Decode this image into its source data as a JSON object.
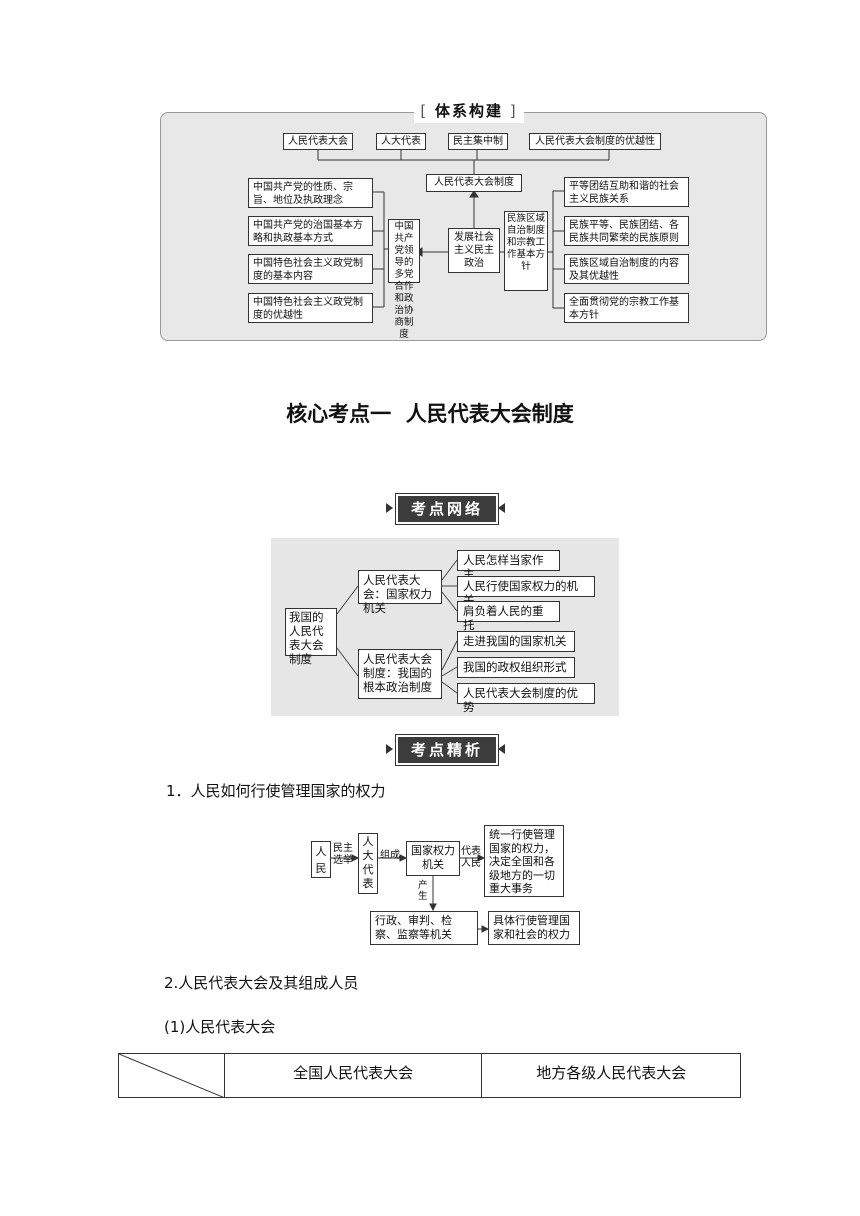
{
  "system": {
    "banner": "体系构建",
    "top_items": [
      "人民代表大会",
      "人大代表",
      "民主集中制",
      "人民代表大会制度的优越性"
    ],
    "center": "人民代表大会制度",
    "middle": "发展社会主义民主政治",
    "left_group": "中国共产党领导的多党合作和政治协商制度",
    "left_items": [
      "中国共产党的性质、宗旨、地位及执政理念",
      "中国共产党的治国基本方略和执政基本方式",
      "中国特色社会主义政党制度的基本内容",
      "中国特色社会主义政党制度的优越性"
    ],
    "right_group": "民族区域自治制度和宗教工作基本方针",
    "right_items": [
      "平等团结互助和谐的社会主义民族关系",
      "民族平等、民族团结、各民族共同繁荣的民族原则",
      "民族区域自治制度的内容及其优越性",
      "全面贯彻党的宗教工作基本方针"
    ]
  },
  "section_title": "核心考点一  人民代表大会制度",
  "network": {
    "tag": "考点网络",
    "root": "我国的人民代表大会制度",
    "branches": [
      {
        "label": "人民代表大会：国家权力机关",
        "leaves": [
          "人民怎样当家作主",
          "人民行使国家权力的机关",
          "肩负着人民的重托"
        ]
      },
      {
        "label": "人民代表大会制度：我国的根本政治制度",
        "leaves": [
          "走进我国的国家机关",
          "我国的政权组织形式",
          "人民代表大会制度的优势"
        ]
      }
    ]
  },
  "analysis": {
    "tag": "考点精析",
    "h1": "1．人民如何行使管理国家的权力",
    "flow": {
      "people": "人民",
      "elect": "民主选举",
      "deputies": "人大代表",
      "form": "组成",
      "organ": "国家权力机关",
      "represent": "代表人民",
      "unified": "统一行使管理国家的权力，决定全国和各级地方的一切重大事务",
      "produce": "产生",
      "others": "行政、审判、检察、监察等机关",
      "specific": "具体行使管理国家和社会的权力"
    },
    "h2": "2.人民代表大会及其组成人员",
    "h3": "(1)人民代表大会",
    "table_headers": [
      "全国人民代表大会",
      "地方各级人民代表大会"
    ]
  }
}
